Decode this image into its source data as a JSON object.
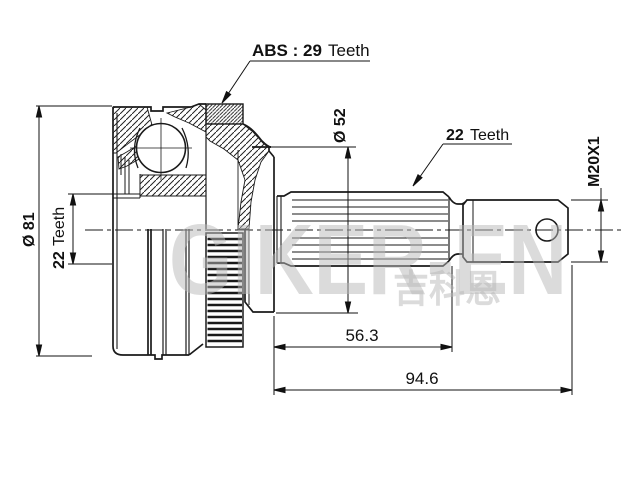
{
  "meta": {
    "background_color": "#ffffff",
    "line_color": "#1a1a1a",
    "dimension_line_color": "#111111",
    "watermark_color": "#b9b9b9"
  },
  "watermark": {
    "brand": "GIKER-EN",
    "brand_cn": "吉科恩"
  },
  "dimensions": {
    "abs_ring": {
      "number": "ABS : 29",
      "word": "Teeth"
    },
    "shaft_spline": {
      "number": "22",
      "word": "Teeth"
    },
    "hub_spline": {
      "number": "22",
      "word": "Teeth"
    },
    "diameter_81": "Ø 81",
    "diameter_52": "Ø 52",
    "thread": "M20X1",
    "spline_length": "56.3",
    "total_length": "94.6"
  }
}
